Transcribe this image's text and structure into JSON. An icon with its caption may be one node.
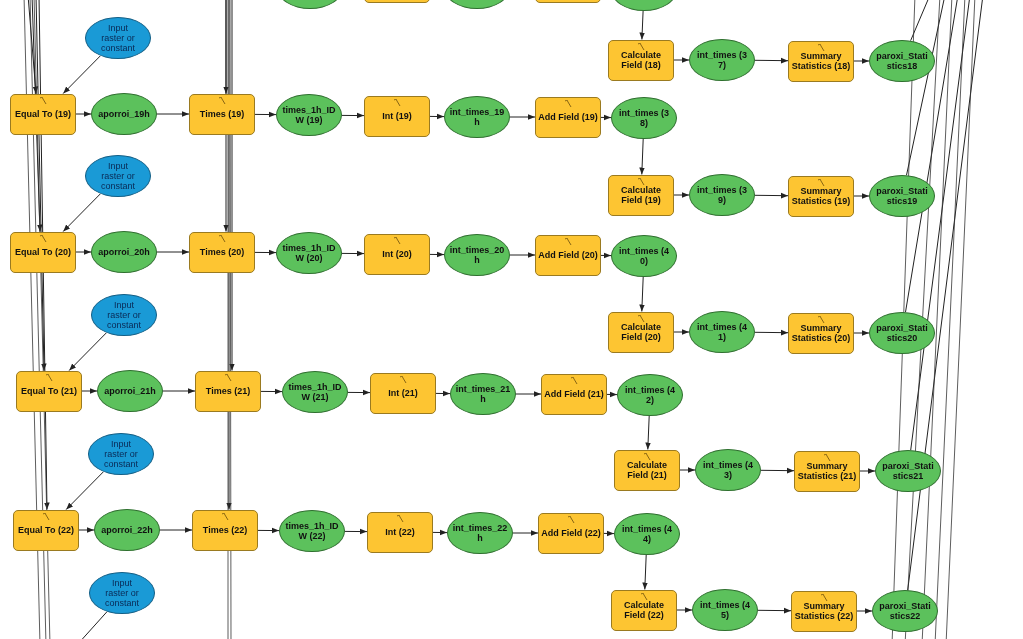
{
  "diagram": {
    "nodes": [
      {
        "text": [],
        "shape": "ellipse"
      },
      {
        "text": [],
        "shape": "box"
      },
      {
        "text": [],
        "shape": "ellipse"
      },
      {
        "text": [],
        "shape": "box"
      },
      {
        "text": [],
        "shape": "ellipse"
      },
      {
        "text": [
          "Calculate Field (18)"
        ]
      },
      {
        "text": [
          "int_times (37)"
        ]
      },
      {
        "text": [
          "Summary Statistics (18)"
        ]
      },
      {
        "text": [
          "paroxi_Statistics18"
        ]
      },
      {
        "text": [
          "Input raster or constant"
        ]
      },
      {
        "text": [
          "Equal To (19)"
        ]
      },
      {
        "text": [
          "aporroi_19h"
        ]
      },
      {
        "text": [
          "Times (19)"
        ]
      },
      {
        "text": [
          "times_1h_IDW (19)"
        ]
      },
      {
        "text": [
          "Int (19)"
        ]
      },
      {
        "text": [
          "int_times_19h"
        ]
      },
      {
        "text": [
          "Add Field (19)"
        ]
      },
      {
        "text": [
          "int_times (38)"
        ]
      },
      {
        "text": [
          "Calculate Field (19)"
        ]
      },
      {
        "text": [
          "int_times (39)"
        ]
      },
      {
        "text": [
          "Summary Statistics (19)"
        ]
      },
      {
        "text": [
          "paroxi_Statistics19"
        ]
      },
      {
        "text": [
          "Input raster or constant"
        ]
      },
      {
        "text": [
          "Equal To (20)"
        ]
      },
      {
        "text": [
          "aporroi_20h"
        ]
      },
      {
        "text": [
          "Times (20)"
        ]
      },
      {
        "text": [
          "times_1h_IDW (20)"
        ]
      },
      {
        "text": [
          "Int (20)"
        ]
      },
      {
        "text": [
          "int_times_20h"
        ]
      },
      {
        "text": [
          "Add Field (20)"
        ]
      },
      {
        "text": [
          "int_times (40)"
        ]
      },
      {
        "text": [
          "Calculate Field (20)"
        ]
      },
      {
        "text": [
          "int_times (41)"
        ]
      },
      {
        "text": [
          "Summary Statistics (20)"
        ]
      },
      {
        "text": [
          "paroxi_Statistics20"
        ]
      },
      {
        "text": [
          "Input raster or constant"
        ]
      },
      {
        "text": [
          "Equal To (21)"
        ]
      },
      {
        "text": [
          "aporroi_21h"
        ]
      },
      {
        "text": [
          "Times (21)"
        ]
      },
      {
        "text": [
          "times_1h_IDW (21)"
        ]
      },
      {
        "text": [
          "Int (21)"
        ]
      },
      {
        "text": [
          "int_times_21h"
        ]
      },
      {
        "text": [
          "Add Field (21)"
        ]
      },
      {
        "text": [
          "int_times (42)"
        ]
      },
      {
        "text": [
          "Calculate Field (21)"
        ]
      },
      {
        "text": [
          "int_times (43)"
        ]
      },
      {
        "text": [
          "Summary Statistics (21)"
        ]
      },
      {
        "text": [
          "paroxi_Statistics21"
        ]
      },
      {
        "text": [
          "Input raster or constant"
        ]
      },
      {
        "text": [
          "Equal To (22)"
        ]
      },
      {
        "text": [
          "aporroi_22h"
        ]
      },
      {
        "text": [
          "Times (22)"
        ]
      },
      {
        "text": [
          "times_1h_IDW (22)"
        ]
      },
      {
        "text": [
          "Int (22)"
        ]
      },
      {
        "text": [
          "int_times_22h"
        ]
      },
      {
        "text": [
          "Add Field (22)"
        ]
      },
      {
        "text": [
          "int_times (44)"
        ]
      },
      {
        "text": [
          "Input raster or constant"
        ]
      },
      {
        "text": [
          "Calculate Field (22)"
        ]
      },
      {
        "text": [
          "int_times (45)"
        ]
      },
      {
        "text": [
          "Summary Statistics (22)"
        ]
      },
      {
        "text": [
          "paroxi_Statistics22"
        ]
      }
    ],
    "edges": [
      {
        "from": 4,
        "to": 5,
        "arrow": "to"
      },
      {
        "from": 5,
        "to": 6,
        "arrow": "to"
      },
      {
        "from": 6,
        "to": 7,
        "arrow": "to"
      },
      {
        "from": 7,
        "to": 8,
        "arrow": "to"
      },
      {
        "from": 8,
        "to": null,
        "arrow": "none"
      },
      {
        "from": 9,
        "to": 10,
        "arrow": "to"
      },
      {
        "from": null,
        "to": 10,
        "arrow": "to"
      },
      {
        "from": 10,
        "to": 11,
        "arrow": "to"
      },
      {
        "from": 11,
        "to": 12,
        "arrow": "to"
      },
      {
        "from": null,
        "to": 12,
        "arrow": "to"
      },
      {
        "from": 12,
        "to": 13,
        "arrow": "to"
      },
      {
        "from": 13,
        "to": 14,
        "arrow": "to"
      },
      {
        "from": 14,
        "to": 15,
        "arrow": "to"
      },
      {
        "from": 15,
        "to": 16,
        "arrow": "to"
      },
      {
        "from": 16,
        "to": 17,
        "arrow": "to"
      },
      {
        "from": 17,
        "to": 18,
        "arrow": "to"
      },
      {
        "from": 18,
        "to": 19,
        "arrow": "to"
      },
      {
        "from": 19,
        "to": 20,
        "arrow": "to"
      },
      {
        "from": 20,
        "to": 21,
        "arrow": "to"
      },
      {
        "from": 21,
        "to": null,
        "arrow": "none"
      },
      {
        "from": 22,
        "to": 23,
        "arrow": "to"
      },
      {
        "from": null,
        "to": 23,
        "arrow": "to"
      },
      {
        "from": 23,
        "to": 24,
        "arrow": "to"
      },
      {
        "from": 24,
        "to": 25,
        "arrow": "to"
      },
      {
        "from": null,
        "to": 25,
        "arrow": "to"
      },
      {
        "from": 25,
        "to": 26,
        "arrow": "to"
      },
      {
        "from": 26,
        "to": 27,
        "arrow": "to"
      },
      {
        "from": 27,
        "to": 28,
        "arrow": "to"
      },
      {
        "from": 28,
        "to": 29,
        "arrow": "to"
      },
      {
        "from": 29,
        "to": 30,
        "arrow": "to"
      },
      {
        "from": 30,
        "to": 31,
        "arrow": "to"
      },
      {
        "from": 31,
        "to": 32,
        "arrow": "to"
      },
      {
        "from": 32,
        "to": 33,
        "arrow": "to"
      },
      {
        "from": 33,
        "to": 34,
        "arrow": "to"
      },
      {
        "from": 34,
        "to": null,
        "arrow": "none"
      },
      {
        "from": 35,
        "to": 36,
        "arrow": "to"
      },
      {
        "from": null,
        "to": 36,
        "arrow": "to"
      },
      {
        "from": 36,
        "to": 37,
        "arrow": "to"
      },
      {
        "from": 37,
        "to": 38,
        "arrow": "to"
      },
      {
        "from": null,
        "to": 38,
        "arrow": "to"
      },
      {
        "from": 38,
        "to": 39,
        "arrow": "to"
      },
      {
        "from": 39,
        "to": 40,
        "arrow": "to"
      },
      {
        "from": 40,
        "to": 41,
        "arrow": "to"
      },
      {
        "from": 41,
        "to": 42,
        "arrow": "to"
      },
      {
        "from": 42,
        "to": 43,
        "arrow": "to"
      },
      {
        "from": 43,
        "to": 44,
        "arrow": "to"
      },
      {
        "from": 44,
        "to": 45,
        "arrow": "to"
      },
      {
        "from": 45,
        "to": 46,
        "arrow": "to"
      },
      {
        "from": 46,
        "to": 47,
        "arrow": "to"
      },
      {
        "from": 47,
        "to": null,
        "arrow": "none"
      },
      {
        "from": 48,
        "to": 49,
        "arrow": "to"
      },
      {
        "from": null,
        "to": 49,
        "arrow": "to"
      },
      {
        "from": 49,
        "to": 50,
        "arrow": "to"
      },
      {
        "from": 50,
        "to": 51,
        "arrow": "to"
      },
      {
        "from": null,
        "to": 51,
        "arrow": "to"
      },
      {
        "from": 51,
        "to": 52,
        "arrow": "to"
      },
      {
        "from": 52,
        "to": 53,
        "arrow": "to"
      },
      {
        "from": 53,
        "to": 54,
        "arrow": "to"
      },
      {
        "from": 54,
        "to": 55,
        "arrow": "to"
      },
      {
        "from": 55,
        "to": 56,
        "arrow": "to"
      },
      {
        "from": 56,
        "to": 58,
        "arrow": "to"
      },
      {
        "from": 57,
        "to": null,
        "arrow": "none"
      },
      {
        "from": 58,
        "to": 59,
        "arrow": "to"
      },
      {
        "from": 59,
        "to": 60,
        "arrow": "to"
      },
      {
        "from": 60,
        "to": 61,
        "arrow": "to"
      },
      {
        "from": 61,
        "to": null,
        "arrow": "none"
      }
    ]
  }
}
